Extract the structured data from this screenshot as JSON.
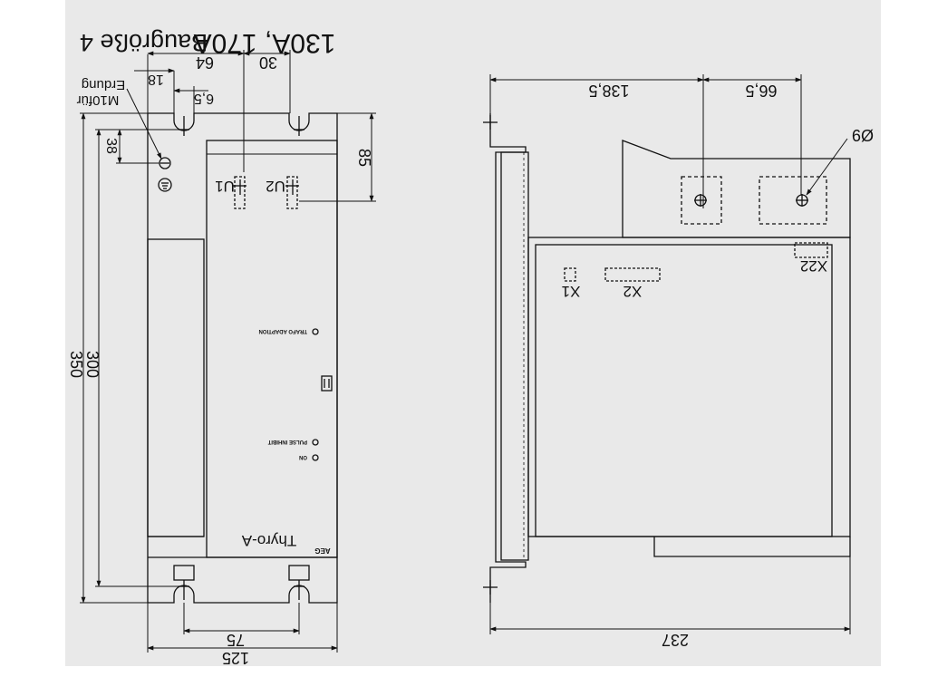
{
  "header": {
    "title": "Baugröße 4",
    "rating": "130A, 170A"
  },
  "front_view": {
    "labels": {
      "earth_label": "Erdung",
      "bolt_label": "M10für",
      "terminal_u1": "U1",
      "terminal_u2": "U2",
      "led_trafo": "TRAFO ADAPTION",
      "led_pulse": "PULSE INHIBIT",
      "led_on": "ON",
      "product_name": "Thyro-A",
      "brand": "AEG"
    },
    "dimensions": {
      "d64": "64",
      "d30": "30",
      "d18": "18",
      "d6_5": "6,5",
      "d38": "38",
      "d85": "85",
      "d350": "350",
      "d300": "300",
      "d75": "75",
      "d125": "125"
    }
  },
  "side_view": {
    "labels": {
      "hole_label": "Ø9",
      "conn_x1": "X1",
      "conn_x2": "X2",
      "conn_x22": "X22"
    },
    "dimensions": {
      "d138_5": "138,5",
      "d66_5": "66,5",
      "d237": "237"
    }
  },
  "colors": {
    "background": "#e9e9e9",
    "line": "#111111",
    "text": "#111111"
  }
}
